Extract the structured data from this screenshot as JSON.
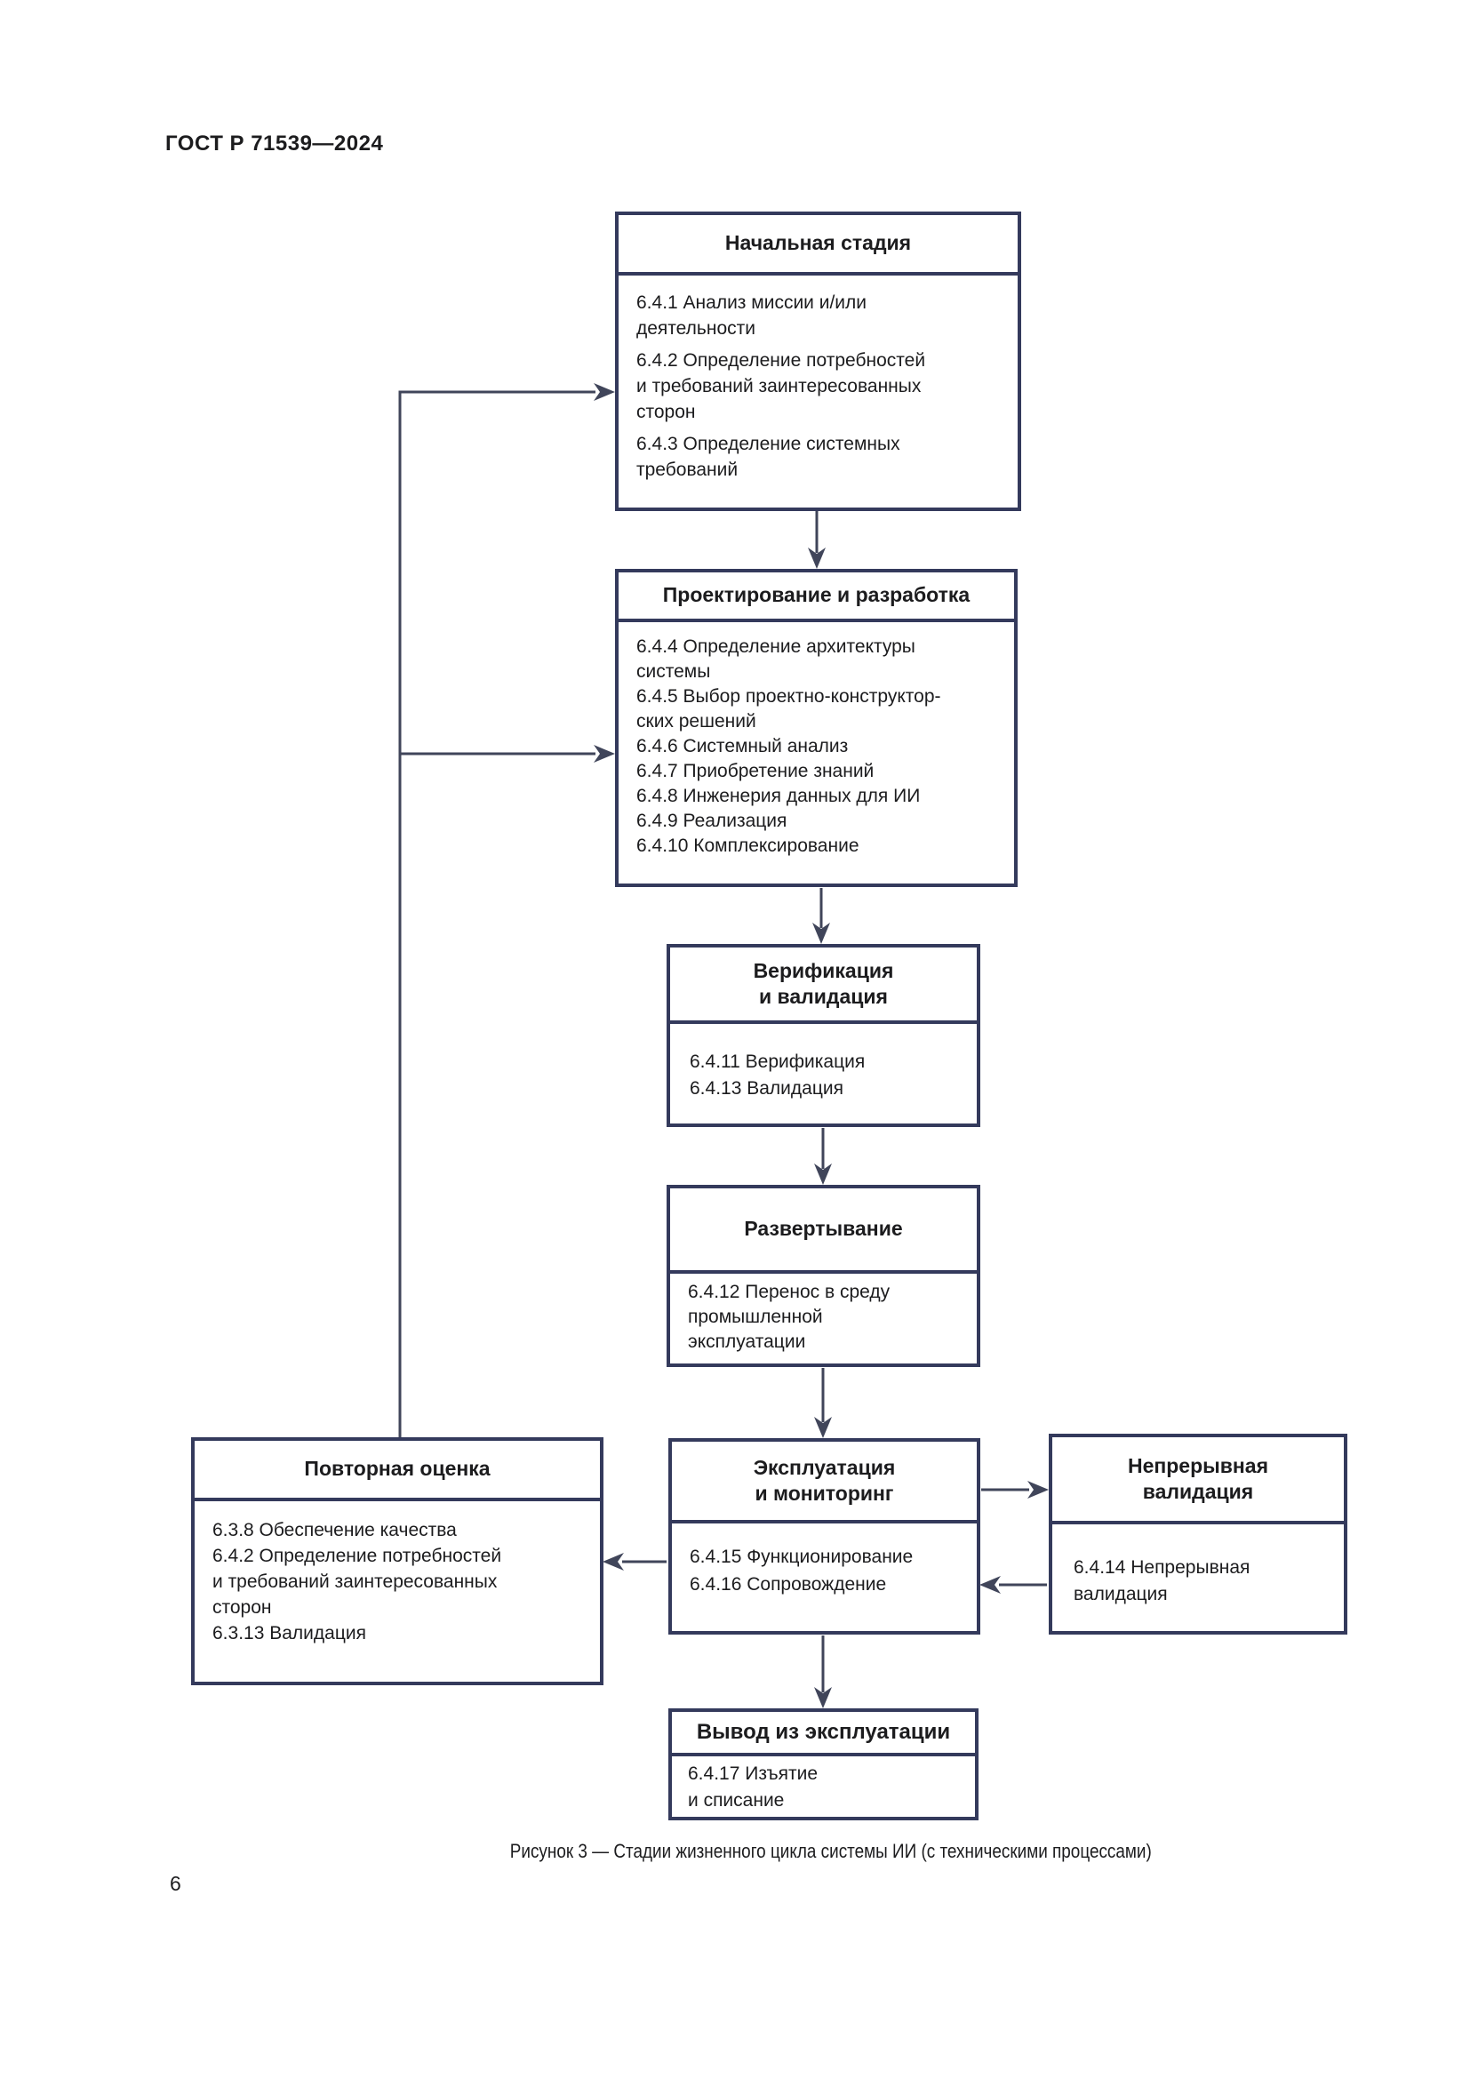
{
  "page": {
    "header": "ГОСТ Р 71539—2024",
    "page_number": "6",
    "caption": "Рисунок 3 — Стадии жизненного цикла системы ИИ (с техническими процессами)"
  },
  "colors": {
    "box_border": "#343a5c",
    "connector": "#40455a",
    "text": "#1c1c1e"
  },
  "boxes": {
    "initial": {
      "title": "Начальная стадия",
      "items": [
        "6.4.1 Анализ миссии и/или\nдеятельности",
        "6.4.2 Определение потребностей\nи требований заинтересованных\nсторон",
        "6.4.3 Определение системных\nтребований"
      ]
    },
    "design": {
      "title": "Проектирование и разработка",
      "items": [
        "6.4.4 Определение архитектуры\nсистемы",
        "6.4.5 Выбор проектно-конструктор-\nских решений",
        "6.4.6 Системный анализ",
        "6.4.7 Приобретение знаний",
        "6.4.8 Инженерия данных для ИИ",
        "6.4.9 Реализация",
        "6.4.10 Комплексирование"
      ]
    },
    "verification": {
      "title": "Верификация\nи валидация",
      "items": [
        "6.4.11 Верификация",
        "6.4.13 Валидация"
      ]
    },
    "deployment": {
      "title": "Развертывание",
      "items": [
        "6.4.12 Перенос в среду\nпромышленной\nэксплуатации"
      ]
    },
    "reassessment": {
      "title": "Повторная оценка",
      "items": [
        "6.3.8 Обеспечение качества",
        "6.4.2 Определение потребностей\nи требований заинтересованных\nсторон",
        "6.3.13 Валидация"
      ]
    },
    "operation": {
      "title": "Эксплуатация\nи мониторинг",
      "items": [
        "6.4.15 Функционирование",
        "6.4.16 Сопровождение"
      ]
    },
    "continuous": {
      "title": "Непрерывная\nвалидация",
      "items": [
        "6.4.14 Непрерывная\nвалидация"
      ]
    },
    "retirement": {
      "title": "Вывод из эксплуатации",
      "items": [
        "6.4.17 Изъятие\nи списание"
      ]
    }
  }
}
